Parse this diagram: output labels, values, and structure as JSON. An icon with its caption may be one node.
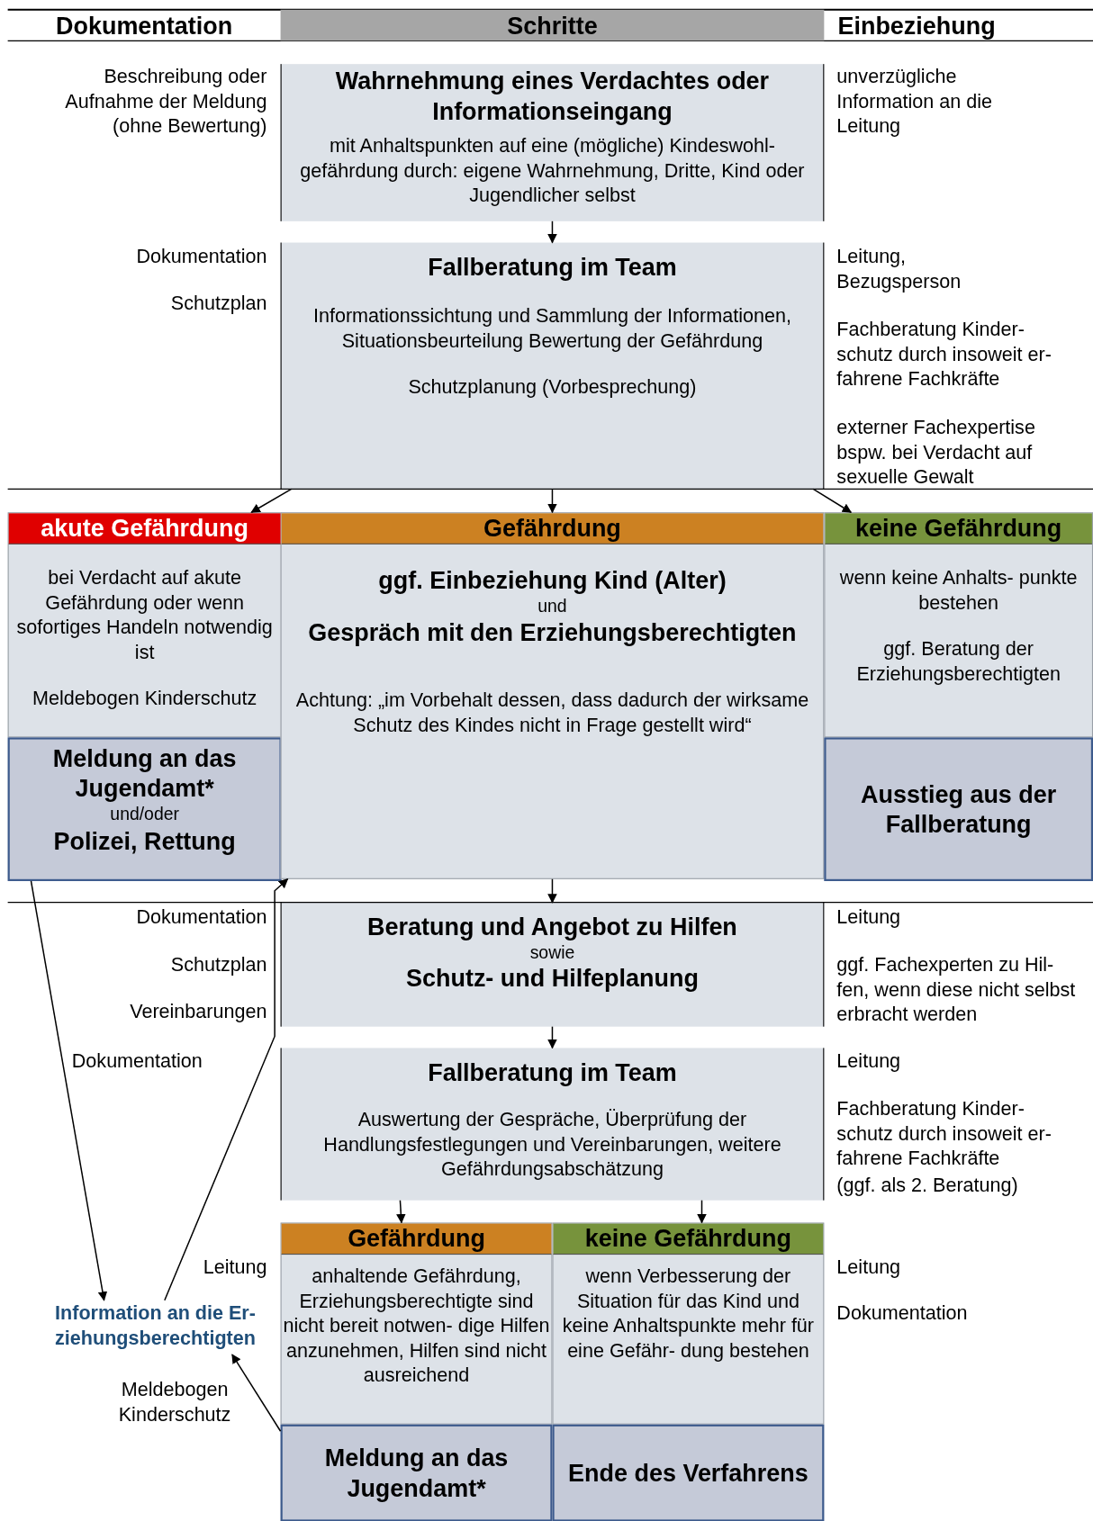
{
  "diagram": {
    "nodes": [
      {
        "text": [
          "Wahrnehmung eines Verdachtes oder Informationseingang",
          "mit Anhaltspunkten auf eine (mögliche) Kindeswohl- gefährdung durch: eigene Wahrnehmung, Dritte, Kind oder Jugendlicher selbst"
        ]
      },
      {
        "text": [
          "Fallberatung im Team",
          "Informationssichtung und Sammlung der Informationen, Situationsbeurteilung Bewertung der Gefährdung",
          "Schutzplanung (Vorbesprechung)"
        ]
      },
      {
        "text": [
          "akute Gefährdung",
          "bei Verdacht auf akute Gefährdung oder wenn sofortiges Handeln notwendig ist",
          "Meldebogen Kinderschutz"
        ]
      },
      {
        "text": [
          "Meldung an das Jugendamt*",
          "und/oder",
          "Polizei, Rettung"
        ]
      },
      {
        "text": [
          "Gefährdung",
          "ggf. Einbeziehung Kind (Alter)",
          "und",
          "Gespräch mit den Erziehungsberechtigten",
          "Achtung: „im Vorbehalt dessen, dass dadurch der wirksame Schutz des Kindes nicht in Frage gestellt wird“"
        ]
      },
      {
        "text": [
          "keine Gefährdung",
          "wenn keine Anhalts- punkte bestehen",
          "ggf. Beratung der Erziehungsberechtigten"
        ]
      },
      {
        "text": [
          "Ausstieg aus der Fallberatung"
        ]
      },
      {
        "text": [
          "Beratung und Angebot zu Hilfen",
          "sowie",
          "Schutz- und Hilfeplanung"
        ]
      },
      {
        "text": [
          "Fallberatung im Team",
          "Auswertung der Gespräche, Überprüfung der Handlungsfestlegungen und Vereinbarungen, weitere Gefährdungsabschätzung"
        ]
      },
      {
        "text": [
          "Gefährdung",
          "anhaltende Gefährdung, Erziehungsberechtigte sind nicht bereit notwen- dige Hilfen anzunehmen, Hilfen sind nicht ausreichend"
        ]
      },
      {
        "text": [
          "keine Gefährdung",
          "wenn Verbesserung der Situation für das Kind und keine Anhaltspunkte mehr für eine Gefähr- dung bestehen"
        ]
      },
      {
        "text": [
          "Meldung an das Jugendamt*"
        ]
      },
      {
        "text": [
          "Ende des Verfahrens"
        ]
      },
      {
        "text": [
          "Information an die Er- ziehungsberechtigten"
        ]
      }
    ],
    "edges": [
      {
        "from": 0,
        "to": 1,
        "arrow": "to"
      },
      {
        "from": 1,
        "to": 2,
        "arrow": "to"
      },
      {
        "from": 1,
        "to": 4,
        "arrow": "to"
      },
      {
        "from": 1,
        "to": 5,
        "arrow": "to"
      },
      {
        "from": 4,
        "to": 7,
        "arrow": "to"
      },
      {
        "from": 7,
        "to": 8,
        "arrow": "to"
      },
      {
        "from": 8,
        "to": 9,
        "arrow": "to"
      },
      {
        "from": 8,
        "to": 10,
        "arrow": "to"
      },
      {
        "from": 3,
        "to": 13,
        "arrow": "to"
      },
      {
        "from": 13,
        "to": 4,
        "arrow": "to"
      },
      {
        "from": 11,
        "to": 13,
        "arrow": "to"
      }
    ],
    "labels": [
      "Dokumentation",
      "Schritte",
      "Einbeziehung",
      "Beschreibung oder Aufnahme der Meldung (ohne Bewertung)",
      "unverzügliche Information an die Leitung",
      "Dokumentation",
      "Schutzplan",
      "Leitung, Bezugsperson",
      "Fachberatung Kinder- schutz durch insoweit er- fahrene Fachkräfte",
      "externer Fachexpertise bspw. bei Verdacht auf sexuelle Gewalt",
      "Dokumentation",
      "Schutzplan",
      "Vereinbarungen",
      "Leitung",
      "ggf. Fachexperten zu Hil- fen, wenn diese nicht selbst erbracht werden",
      "Dokumentation",
      "Leitung",
      "Fachberatung Kinder- schutz durch insoweit er- fahrene Fachkräfte",
      "(ggf. als 2. Beratung)",
      "Leitung",
      "Meldebogen Kinderschutz",
      "Leitung",
      "Dokumentation"
    ]
  }
}
